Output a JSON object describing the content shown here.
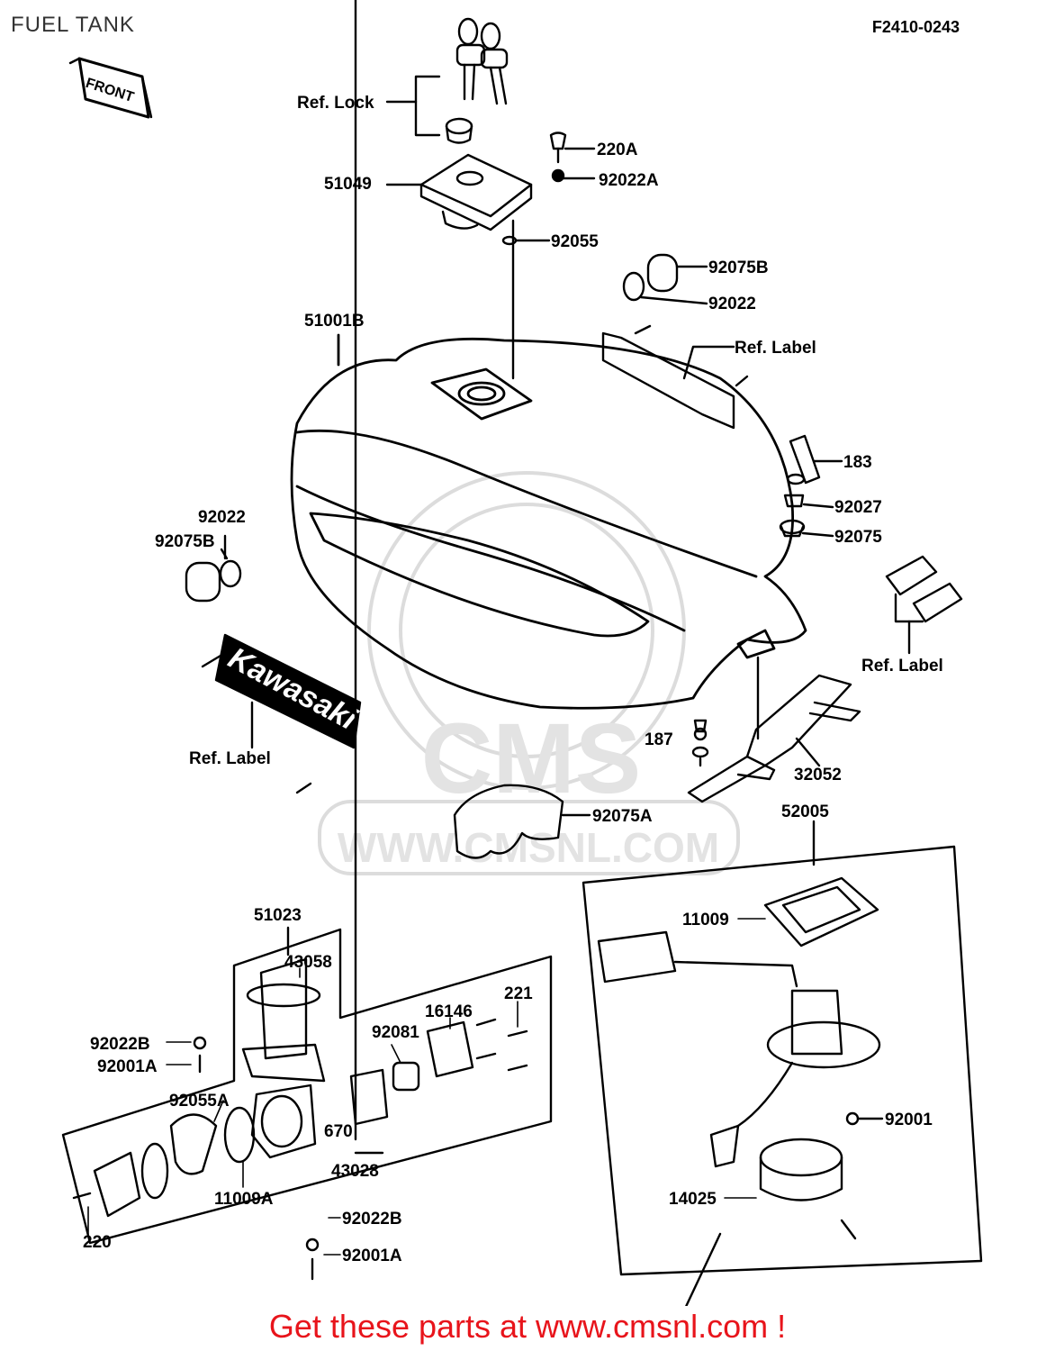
{
  "header": {
    "title": "FUEL TANK",
    "code": "F2410-0243"
  },
  "footer": {
    "text": "Get these parts at www.cmsnl.com !"
  },
  "watermark": {
    "text": "WWW.CMSNL.COM",
    "logo": "CMS"
  },
  "decal": {
    "front": "FRONT",
    "brand": "Kawasaki"
  },
  "colors": {
    "line": "#000000",
    "footer": "#e8141b",
    "watermark": "#dcdcdc"
  },
  "parts": {
    "ref_lock": "Ref. Lock",
    "p220A": "220A",
    "p92022A": "92022A",
    "p51049": "51049",
    "p92055": "92055",
    "p92075B_r": "92075B",
    "p92022_r": "92022",
    "ref_label_top": "Ref.  Label",
    "p51001B": "51001B",
    "p183": "183",
    "p92027": "92027",
    "p92075": "92075",
    "p92022_l": "92022",
    "p92075B_l": "92075B",
    "ref_label_right": "Ref. Label",
    "ref_label_left": "Ref.  Label",
    "p187": "187",
    "p32052": "32052",
    "p92075A": "92075A",
    "p52005": "52005",
    "p51023": "51023",
    "p43058": "43058",
    "p11009": "11009",
    "p221": "221",
    "p16146": "16146",
    "p92081": "92081",
    "p92022B_t": "92022B",
    "p92001A_t": "92001A",
    "p92055A": "92055A",
    "p670": "670",
    "p43028": "43028",
    "p11009A": "11009A",
    "p220": "220",
    "p92022B_b": "92022B",
    "p92001A_b": "92001A",
    "p92001": "92001",
    "p14025": "14025"
  }
}
